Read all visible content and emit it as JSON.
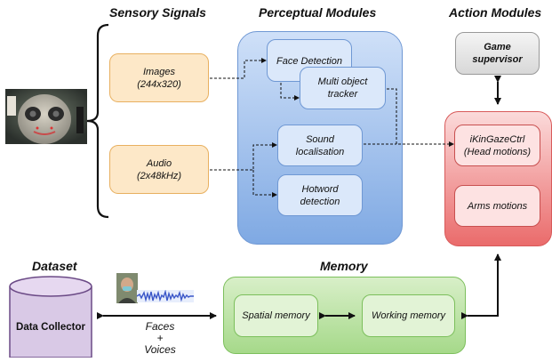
{
  "headers": {
    "sensory": "Sensory Signals",
    "perceptual": "Perceptual Modules",
    "action": "Action Modules",
    "dataset": "Dataset",
    "memory": "Memory"
  },
  "sensory": {
    "images_line1": "Images",
    "images_line2": "(244x320)",
    "audio_line1": "Audio",
    "audio_line2": "(2x48kHz)"
  },
  "perceptual": {
    "face_detection": "Face Detection",
    "multi_object_line1": "Multi object",
    "multi_object_line2": "tracker",
    "sound_line1": "Sound",
    "sound_line2": "localisation",
    "hotword_line1": "Hotword",
    "hotword_line2": "detection"
  },
  "action": {
    "game_line1": "Game",
    "game_line2": "supervisor",
    "ikin_line1": "iKinGazeCtrl",
    "ikin_line2": "(Head motions)",
    "arms": "Arms motions"
  },
  "dataset": {
    "collector": "Data Collector"
  },
  "memory": {
    "spatial": "Spatial memory",
    "working": "Working memory"
  },
  "link_label": {
    "line1": "Faces",
    "line2": "+",
    "line3": "Voices"
  },
  "colors": {
    "sensory_fill": "#fde8c8",
    "perceptual_fill": "#7fa9e3",
    "action_fill": "#ea6b6b",
    "memory_fill": "#a6d98a",
    "dataset_fill": "#d9c9e6"
  }
}
